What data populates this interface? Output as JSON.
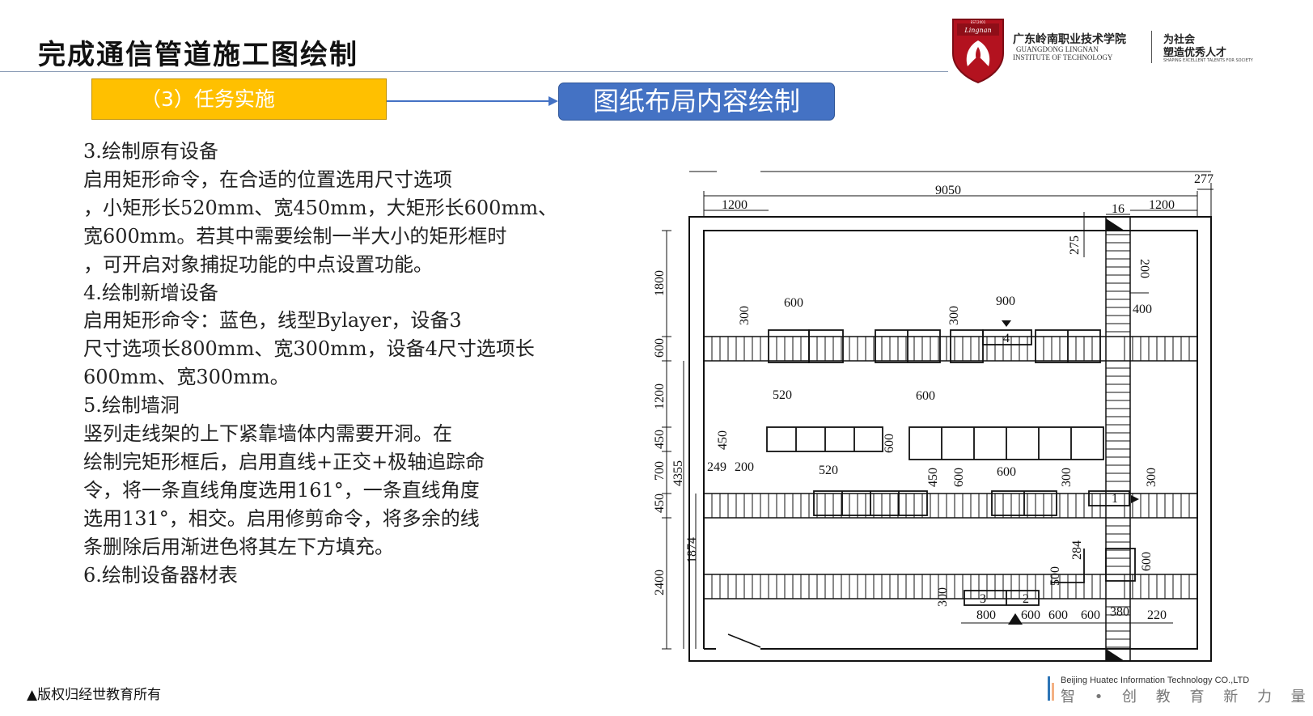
{
  "header": {
    "title": "完成通信管道施工图绘制",
    "school_cn": "广东岭南职业技术学院",
    "school_en_line1": "GUANGDONG LINGNAN",
    "school_en_line2": "INSTITUTE OF TECHNOLOGY",
    "slogan_line1": "为社会",
    "slogan_line2": "塑造优秀人才",
    "slogan_en": "SHAPING EXCELLENT TALENTS FOR SOCIETY",
    "logo_text": "Lingnan",
    "logo_year": "EST.2001",
    "logo_icon": "phoenix-shield-icon",
    "rule_color": "#8a9bb5"
  },
  "task_label": "（3）任务实施",
  "layout_button": "图纸布局内容绘制",
  "body": {
    "lines": [
      "    3.绘制原有设备",
      "    启用矩形命令，在合适的位置选用尺寸选项",
      "，小矩形长520mm、宽450mm，大矩形长600mm、",
      "宽600mm。若其中需要绘制一半大小的矩形框时",
      "，可开启对象捕捉功能的中点设置功能。",
      "    4.绘制新增设备",
      "    启用矩形命令：蓝色，线型Bylayer，设备3",
      "尺寸选项长800mm、宽300mm，设备4尺寸选项长",
      "600mm、宽300mm。",
      "    5.绘制墙洞",
      "    竖列走线架的上下紧靠墙体内需要开洞。在",
      "绘制完矩形框后，启用直线+正交+极轴追踪命",
      "令，将一条直线角度选用161°，一条直线角度",
      "选用131°，相交。启用修剪命令，将多余的线",
      "条删除后用渐进色将其左下方填充。",
      "    6.绘制设备器材表"
    ]
  },
  "drawing": {
    "dims": {
      "top_total": "9050",
      "top_right": "277",
      "top_left": "1200",
      "top_mid": "16",
      "top_right2": "1200",
      "d275": "275",
      "d200": "200",
      "d400": "400",
      "d900": "900",
      "d600a": "600",
      "d300a": "300",
      "d300b": "300",
      "eq4": "4",
      "d520a": "520",
      "d600b": "600",
      "d450a": "450",
      "d600c": "600",
      "d249": "249",
      "d200b": "200",
      "d520b": "520",
      "d450b": "450",
      "d600d": "600",
      "d600e": "600",
      "d300c": "300",
      "d300d": "300",
      "eq1": "1",
      "d284": "284",
      "d500": "500",
      "d600f": "600",
      "d300e": "300",
      "eq3": "3",
      "eq2": "2",
      "b800": "800",
      "b600a": "600",
      "b600b": "600",
      "b600c": "600",
      "b380": "380",
      "b220": "220",
      "l1800": "1800",
      "l600": "600",
      "l1200": "1200",
      "l450a": "450",
      "l700": "700",
      "l450b": "450",
      "l4355": "4355",
      "l1874": "1874",
      "l2400": "2400"
    }
  },
  "footer": {
    "copyright": "▲版权归经世教育所有",
    "company_en": "Beijing Huatec Information Technology CO.,LTD",
    "company_cn": "智 • 创 教 育 新 力 量"
  },
  "colors": {
    "task_bg": "#ffc000",
    "button_bg": "#4472c4",
    "arrow": "#4472c4",
    "logo_red": "#b3121f"
  }
}
